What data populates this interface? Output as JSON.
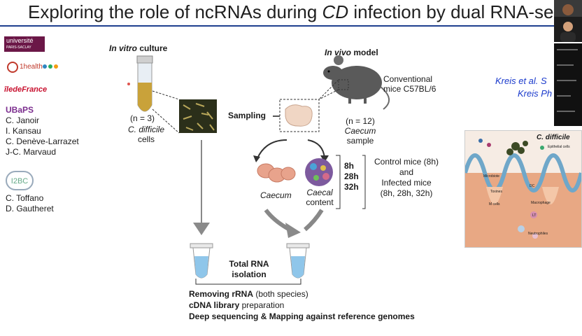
{
  "slide": {
    "title_part1": "Exploring the role of ncRNAs during ",
    "title_italic": "CD",
    "title_part2": " infection by dual RNA-se",
    "logos": {
      "ups_line1": "université",
      "ups_line2": "PARIS-SACLAY",
      "onehealth": "1health",
      "idf": "îledeFrance",
      "i2bc": "I2BC"
    },
    "team_ubaps": "UBaPS",
    "ubaps_members": [
      "C. Janoir",
      "I. Kansau",
      "C. Denève-Larrazet",
      "J-C. Marvaud"
    ],
    "i2bc_members": [
      "C. Toffano",
      "D. Gautheret"
    ],
    "in_vitro_italic": "In vitro",
    "in_vitro_rest": " culture",
    "in_vitro_n": "(n = 3)",
    "cells_italic": "C. difficile",
    "cells_rest": "cells",
    "sampling": "Sampling",
    "in_vivo_italic": "In vivo",
    "in_vivo_rest": " model",
    "mice_line1": "Conventional",
    "mice_line2": "mice C57BL/6",
    "in_vivo_n": "(n = 12)",
    "caecum_sample_italic": "Caecum",
    "caecum_sample_rest": "sample",
    "caecum_label": "Caecum",
    "caecal_label_italic": "Caecal",
    "caecal_label_rest": "content",
    "timepoints": [
      "8h",
      "28h",
      "32h"
    ],
    "control_line1": "Control mice (8h)",
    "control_line2": "and",
    "control_line3": "Infected mice",
    "control_line4": "(8h, 28h, 32h)",
    "total_rna_line1": "Total RNA",
    "total_rna_line2": "isolation",
    "step1_bold": "Removing rRNA",
    "step1_rest": " (both species)",
    "step2_bold": "cDNA library",
    "step2_rest": " preparation",
    "step3": "Deep sequencing & Mapping against reference genomes",
    "ref1": "Kreis et al. S",
    "ref2": "Kreis Ph",
    "diagram_title": "C. difficile",
    "diagram_labels": {
      "epithelial": "Epithelial cells",
      "microbiote": "Microbiote",
      "toxines": "Toxines",
      "mcells": "M cells",
      "dc": "DC",
      "macrophage": "Macrophage",
      "lt": "LT",
      "neutrophiles": "Neutrophiles"
    }
  },
  "colors": {
    "title_rule": "#1f3f8f",
    "ubaps": "#7b2d8e",
    "reference": "#1a3acc",
    "tube_fluid": "#c9a23a",
    "rna_tube": "#8fc6ea",
    "mouse": "#5a5a5a"
  }
}
